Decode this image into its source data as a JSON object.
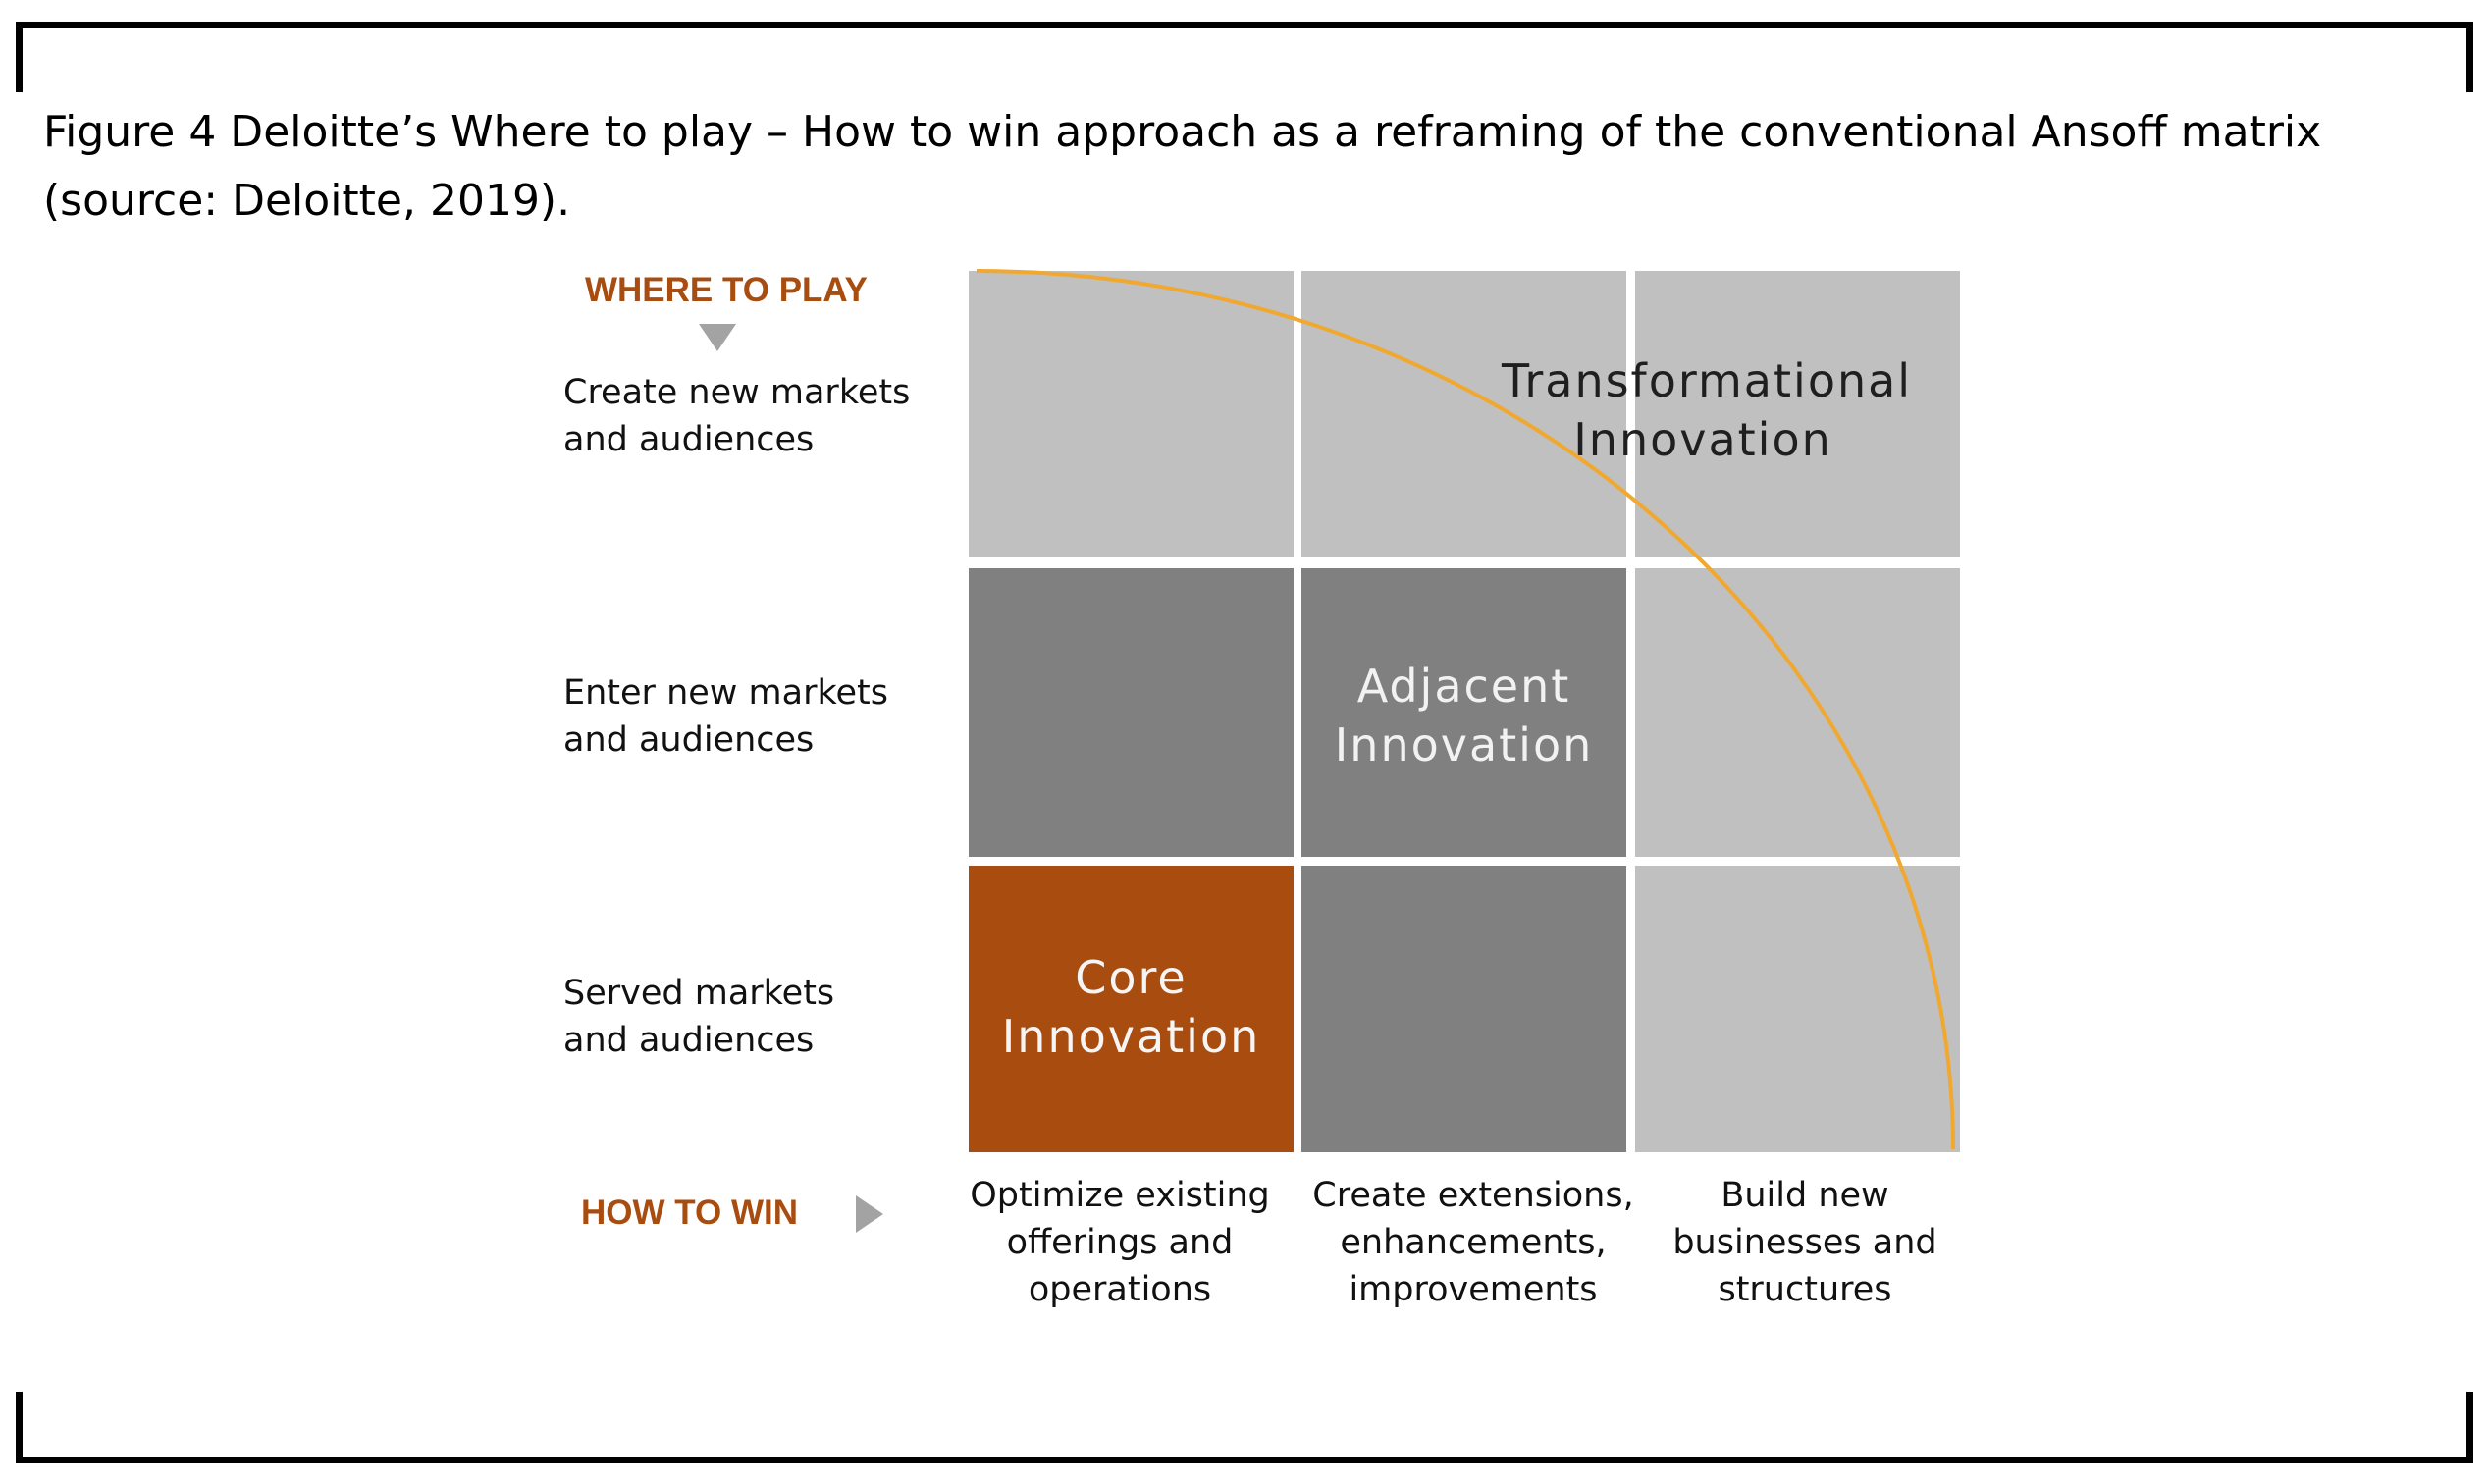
{
  "caption": {
    "line1": "Figure 4 Deloitte’s Where to play – How to win approach as a reframing of the conventional Ansoff matrix",
    "line2": "(source: Deloitte, 2019)."
  },
  "diagram": {
    "y_axis_title": "WHERE TO PLAY",
    "x_axis_title": "HOW TO WIN",
    "rows": [
      {
        "line1": "Create new markets",
        "line2": "and audiences"
      },
      {
        "line1": "Enter new markets",
        "line2": "and audiences"
      },
      {
        "line1": "Served markets",
        "line2": "and audiences"
      }
    ],
    "columns": [
      {
        "line1": "Optimize existing",
        "line2": "offerings and",
        "line3": "operations"
      },
      {
        "line1": "Create extensions,",
        "line2": "enhancements,",
        "line3": "improvements"
      },
      {
        "line1": "Build new",
        "line2": "businesses and",
        "line3": "structures"
      }
    ],
    "zones": {
      "transformational": {
        "line1": "Transformational",
        "line2": "Innovation"
      },
      "adjacent": {
        "line1": "Adjacent",
        "line2": "Innovation"
      },
      "core": {
        "line1": "Core",
        "line2": "Innovation"
      }
    },
    "colors": {
      "light_gray": "#c0c0c0",
      "dark_gray": "#808080",
      "core_orange": "#a84c10",
      "arc": "#f0a830",
      "axis_title": "#a84c10",
      "arrow": "#a3a3a3"
    }
  }
}
